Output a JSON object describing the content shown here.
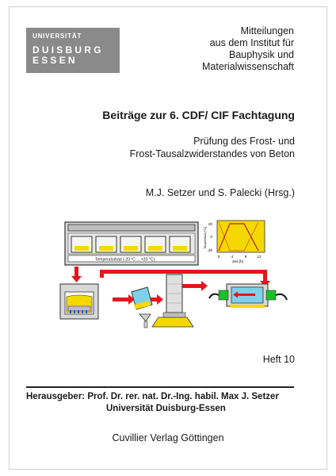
{
  "logo": {
    "line1": "UNIVERSITÄT",
    "line2": "DUISBURG",
    "line3": "ESSEN"
  },
  "series_title": [
    "Mitteilungen",
    "aus dem Institut für",
    "Bauphysik und",
    "Materialwissenschaft"
  ],
  "conference_title": "Beiträge zur 6. CDF/ CIF Fachtagung",
  "subtitle": [
    "Prüfung des Frost- und",
    "Frost-Tausalzwiderstandes von Beton"
  ],
  "editors": "M.J. Setzer und S. Palecki (Hrsg.)",
  "diagram": {
    "temperature_label": "Temperaturbad (-20 °C ... +20 °C)",
    "graph_y_label": "Temperatur [°C]",
    "graph_y_ticks": [
      "20",
      "0",
      "-20"
    ],
    "graph_x_ticks": [
      "0",
      "4",
      "8",
      "12"
    ],
    "graph_x_label": "Zeit [h]",
    "colors": {
      "arrow_red": "#e8141b",
      "graph_yellow": "#f5d800",
      "connector_green": "#17c12a",
      "fluid_blue": "#7fd0e8"
    }
  },
  "issue": "Heft 10",
  "publisher_line1": "Herausgeber: Prof. Dr. rer. nat. Dr.-Ing. habil. Max J. Setzer",
  "publisher_line2": "Universität Duisburg-Essen",
  "press": "Cuvillier Verlag Göttingen"
}
